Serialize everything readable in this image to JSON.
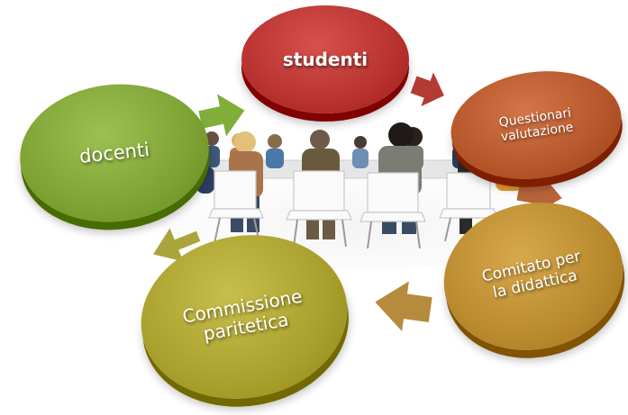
{
  "nodes": {
    "studenti": {
      "label": "studenti",
      "color": "#b8332f"
    },
    "questionari": {
      "label": "Questionari valutazione",
      "color": "#b5572a"
    },
    "comitato": {
      "label": "Comitato per la didattica",
      "color": "#b98a2e"
    },
    "commissione": {
      "label": "Commissione paritetica",
      "color": "#a9a02d"
    },
    "docenti": {
      "label": "docenti",
      "color": "#7ea334"
    }
  },
  "arrow_colors": {
    "docenti_to_studenti": "#7faf38",
    "studenti_to_questionari": "#b43b33",
    "questionari_to_comitato": "#b8643a",
    "comitato_to_commissione": "#b68b3d",
    "commissione_to_docenti": "#a9a53a"
  },
  "photo": {
    "subject": "meeting-photo"
  }
}
